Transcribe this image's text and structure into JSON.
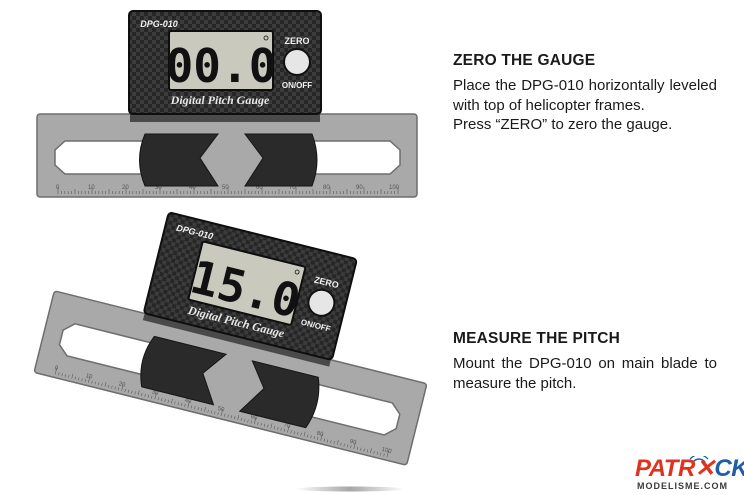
{
  "gauge_top": {
    "model": "DPG-010",
    "reading": "00.0",
    "zero_label": "ZERO",
    "onoff_label": "ON/OFF",
    "name": "Digital Pitch Gauge",
    "scale_labels": [
      "0",
      "10",
      "20",
      "30",
      "40",
      "50",
      "60",
      "70",
      "80",
      "90",
      "100"
    ]
  },
  "gauge_bottom": {
    "model": "DPG-010",
    "reading": "15.0",
    "zero_label": "ZERO",
    "onoff_label": "ON/OFF",
    "name": "Digital Pitch Gauge",
    "scale_labels": [
      "0",
      "10",
      "20",
      "30",
      "40",
      "50",
      "60",
      "70",
      "80",
      "90",
      "100"
    ]
  },
  "sections": [
    {
      "heading": "ZERO THE GAUGE",
      "paragraphs": [
        "Place the DPG-010 horizontally leveled with top of helicopter frames.",
        "Press “ZERO” to zero the gauge."
      ]
    },
    {
      "heading": "MEASURE THE PITCH",
      "paragraphs": [
        "Mount the DPG-010 on main blade to measure the pitch."
      ]
    }
  ],
  "logo": {
    "brand_part1": "PATR",
    "brand_part2": "CK",
    "tagline": "MODELISME.COM"
  },
  "colors": {
    "ruler": "#a8a8a8",
    "ruler_edge": "#6e6e6e",
    "housing": "#1c1c1c",
    "lcd": "#c9cabd",
    "logo_red": "#e0331f",
    "logo_blue": "#1e5ea8"
  }
}
